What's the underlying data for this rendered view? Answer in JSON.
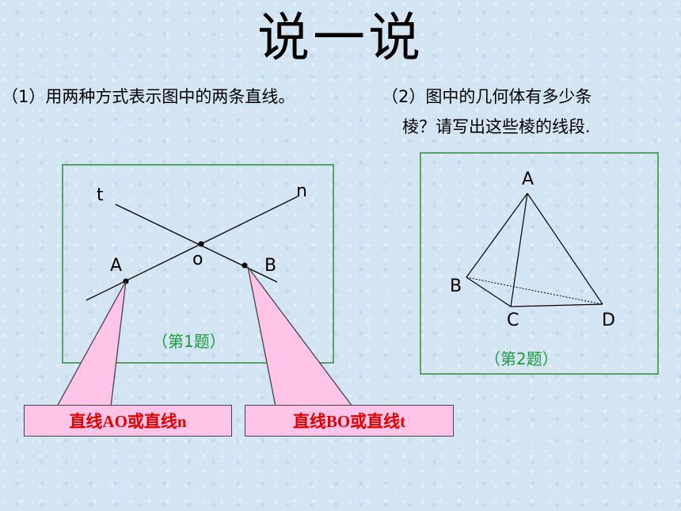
{
  "title": "说一说",
  "question1": "（1）用两种方式表示图中的两条直线。",
  "question2_line1": "（2）图中的几何体有多少条",
  "question2_line2": "棱？请写出这些棱的线段.",
  "figure1": {
    "labels": {
      "t": "t",
      "n": "n",
      "o": "o",
      "A": "A",
      "B": "B"
    },
    "caption": "（第1题）"
  },
  "figure2": {
    "labels": {
      "A": "A",
      "B": "B",
      "C": "C",
      "D": "D"
    },
    "caption": "（第2题）"
  },
  "callouts": {
    "left": "直线AO或直线n",
    "right": "直线BO或直线t"
  },
  "colors": {
    "background": "#d3e4f3",
    "frame": "#2e8b3a",
    "caption": "#1c9a3c",
    "callout_fill": "#ffc4e8",
    "callout_text": "#e00000"
  }
}
